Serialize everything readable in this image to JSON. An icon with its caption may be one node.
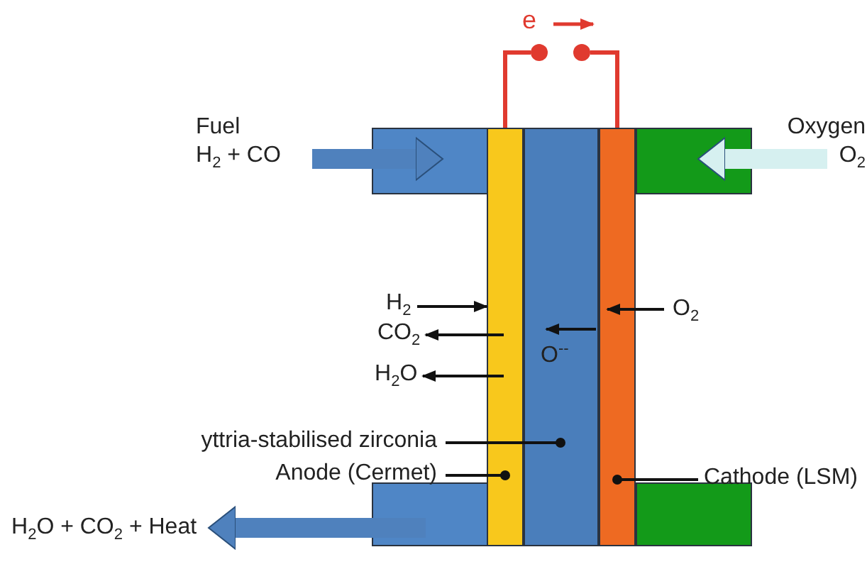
{
  "diagram": {
    "nodes": [
      {
        "text": [],
        "shape": "circle"
      },
      {
        "text": [],
        "shape": "circle"
      },
      {
        "text": [
          "Fuel",
          "H$_{2}$ + CO"
        ]
      },
      {
        "text": [],
        "shape": "box"
      },
      {
        "text": [],
        "shape": "bar"
      },
      {
        "text": [],
        "shape": "bar"
      },
      {
        "text": [],
        "shape": "bar"
      },
      {
        "text": [],
        "shape": "box"
      },
      {
        "text": [
          "Oxygen",
          "O$_{2}$"
        ]
      },
      {
        "text": [
          "H$_{2}$"
        ]
      },
      {
        "text": [
          "CO$_{2}$"
        ]
      },
      {
        "text": [
          "H$_{2}$O"
        ]
      },
      {
        "text": [
          "O$_{2}$"
        ]
      },
      {
        "text": [
          "yttria-stabilised zirconia"
        ]
      },
      {
        "text": [
          "Anode (Cermet)"
        ]
      },
      {
        "text": [
          "Cathode (LSM)"
        ]
      },
      {
        "text": [
          "H$_{2}$O + CO$_{2}$ +  Heat"
        ]
      },
      {
        "text": [],
        "shape": "box"
      },
      {
        "text": [],
        "shape": "box"
      }
    ],
    "edges": [
      {
        "from": 4,
        "to": 0,
        "arrow": "none",
        "color": "#e03a2f"
      },
      {
        "from": 6,
        "to": 1,
        "arrow": "none",
        "color": "#e03a2f"
      },
      {
        "from": 2,
        "to": 3,
        "arrow": "to",
        "style": "thick",
        "color": "#4f81bd"
      },
      {
        "from": 8,
        "to": 7,
        "arrow": "to",
        "style": "thick",
        "color": "#d6f0f0"
      },
      {
        "from": 17,
        "to": 16,
        "arrow": "to",
        "style": "thick",
        "color": "#4f81bd"
      },
      {
        "from": 9,
        "to": 4,
        "arrow": "to"
      },
      {
        "from": 4,
        "to": 10,
        "arrow": "to"
      },
      {
        "from": 4,
        "to": 11,
        "arrow": "to"
      },
      {
        "from": 12,
        "to": 6,
        "arrow": "to"
      },
      {
        "from": 6,
        "to": 5,
        "arrow": "to",
        "label": "O$^{--}$"
      },
      {
        "from": 13,
        "to": 5,
        "arrow": "other"
      },
      {
        "from": 14,
        "to": 4,
        "arrow": "other"
      },
      {
        "from": 15,
        "to": 6,
        "arrow": "other"
      }
    ],
    "labels": [
      "e"
    ]
  }
}
